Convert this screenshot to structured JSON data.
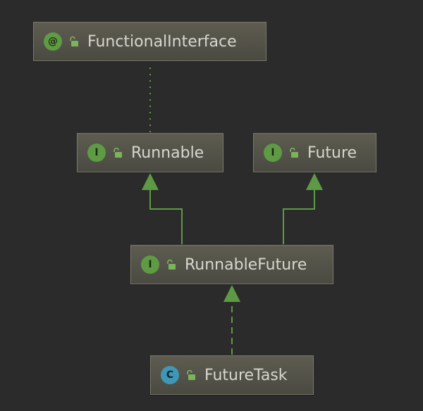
{
  "nodes": {
    "functional_interface": {
      "label": "FunctionalInterface",
      "badge": "@",
      "kind": "annotation"
    },
    "runnable": {
      "label": "Runnable",
      "badge": "I",
      "kind": "interface"
    },
    "future": {
      "label": "Future",
      "badge": "I",
      "kind": "interface"
    },
    "runnable_future": {
      "label": "RunnableFuture",
      "badge": "I",
      "kind": "interface"
    },
    "future_task": {
      "label": "FutureTask",
      "badge": "C",
      "kind": "class"
    }
  },
  "edges": [
    {
      "from": "runnable",
      "to": "functional_interface",
      "style": "dotted"
    },
    {
      "from": "runnable_future",
      "to": "runnable",
      "style": "solid-extends"
    },
    {
      "from": "runnable_future",
      "to": "future",
      "style": "solid-extends"
    },
    {
      "from": "future_task",
      "to": "runnable_future",
      "style": "dashed-implements"
    }
  ],
  "colors": {
    "background": "#2b2b2b",
    "edge": "#5e9a45",
    "node_fill": "#55544a",
    "node_border": "#7a786c",
    "label": "#d7d7cf"
  },
  "icons": {
    "visibility": "open-lock-icon"
  }
}
